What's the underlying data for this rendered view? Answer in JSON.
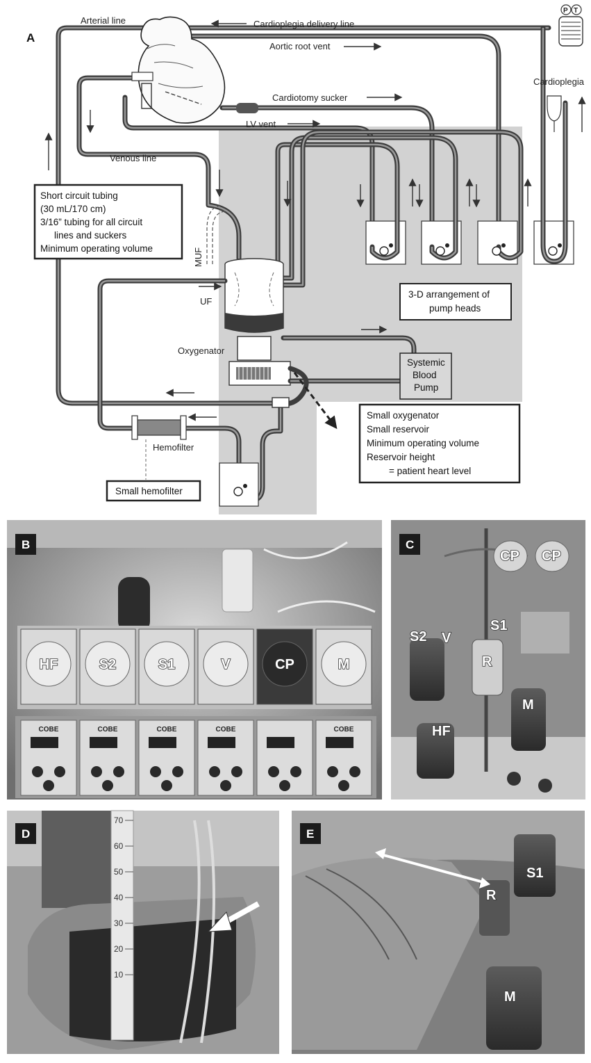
{
  "panel_a": {
    "letter": "A",
    "labels": {
      "arterial_line": "Arterial line",
      "cardioplegia_delivery_line": "Cardioplegia delivery line",
      "aortic_root_vent": "Aortic root vent",
      "cardioplegia": "Cardioplegia",
      "cardiotomy_sucker": "Cardiotomy sucker",
      "lv_vent": "LV vent",
      "venous_line": "Venous line",
      "muf": "MUF",
      "uf": "UF",
      "oxygenator": "Oxygenator",
      "hemofilter": "Hemofilter",
      "pt_p": "P",
      "pt_t": "T"
    },
    "tubing_box": [
      "Short circuit tubing",
      "(30 mL/170 cm)",
      "3/16” tubing for all circuit",
      "lines and suckers",
      "Minimum operating volume"
    ],
    "pump_heads_box": [
      "3-D arrangement of",
      "pump heads"
    ],
    "systemic_pump_box": [
      "Systemic",
      "Blood",
      "Pump"
    ],
    "oxygenator_box": [
      "Small oxygenator",
      "Small reservoir",
      "Minimum operating volume",
      "Reservoir height",
      "= patient heart level"
    ],
    "hemofilter_box": "Small hemofilter"
  },
  "panel_b": {
    "letter": "B",
    "pump_labels": [
      "HF",
      "S2",
      "S1",
      "V",
      "CP",
      "M"
    ],
    "console_brand": "COBE"
  },
  "panel_c": {
    "letter": "C",
    "labels": {
      "cp1": "CP",
      "cp2": "CP",
      "s2": "S2",
      "v": "V",
      "s1": "S1",
      "r": "R",
      "m": "M",
      "hf": "HF"
    }
  },
  "panel_d": {
    "letter": "D",
    "scale_ticks": [
      "70",
      "60",
      "50",
      "40",
      "30",
      "20",
      "10"
    ]
  },
  "panel_e": {
    "letter": "E",
    "labels": {
      "s1": "S1",
      "r": "R",
      "m": "M"
    }
  }
}
